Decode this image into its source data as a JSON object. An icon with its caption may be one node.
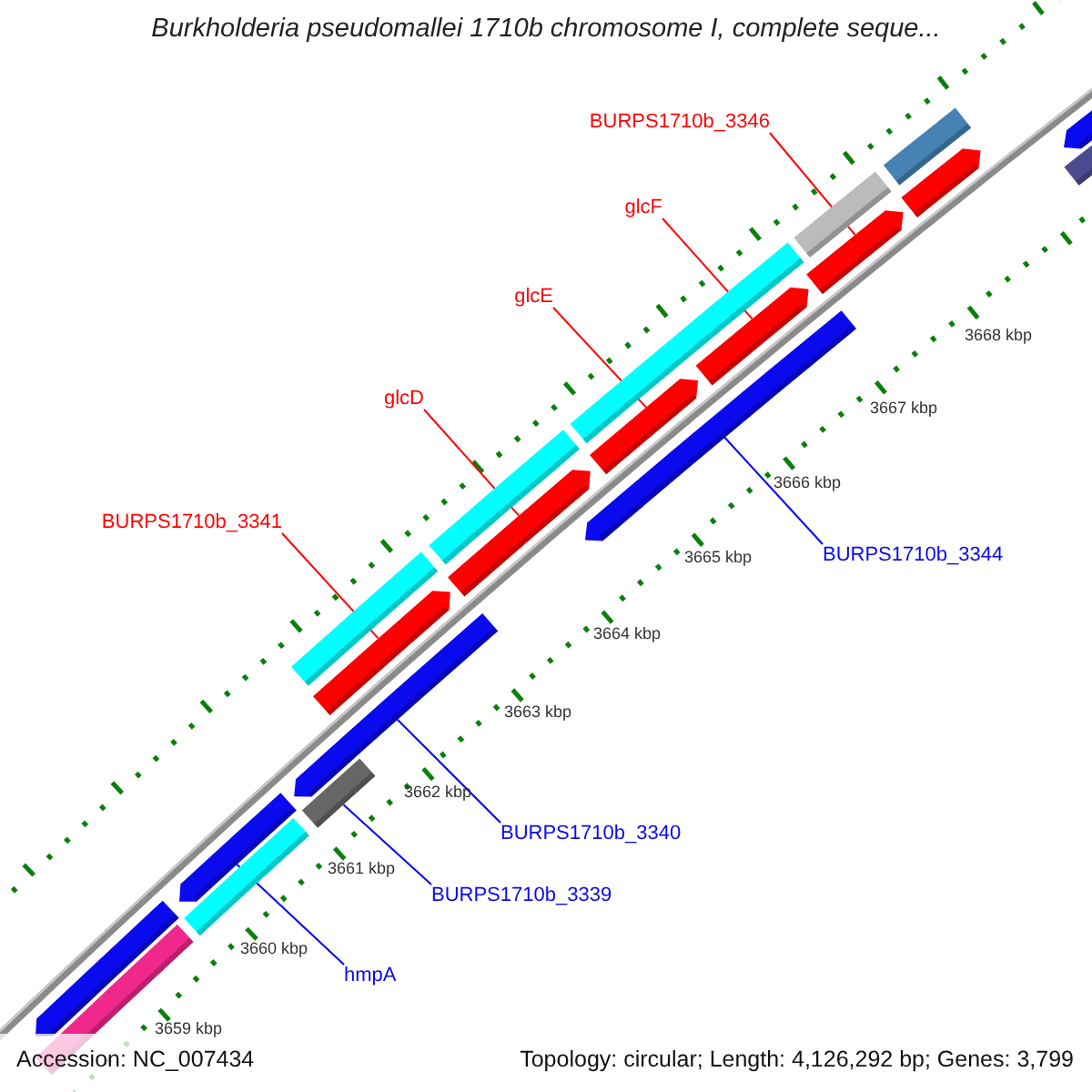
{
  "diagram": {
    "title": "Burkholderia pseudomallei 1710b chromosome I, complete seque...",
    "nodes": [
      {
        "text": [
          "BURPS1710b_3346"
        ]
      },
      {
        "text": [
          "glcF"
        ]
      },
      {
        "text": [
          "glcE"
        ]
      },
      {
        "text": [
          "glcD"
        ]
      },
      {
        "text": [
          "BURPS1710b_3341"
        ]
      },
      {
        "text": [
          "BURPS1710b_3344"
        ]
      },
      {
        "text": [
          "BURPS1710b_3340"
        ]
      },
      {
        "text": [
          "BURPS1710b_3339"
        ]
      },
      {
        "text": [
          "hmpA"
        ]
      },
      {
        "text": [],
        "shape": "bar"
      },
      {
        "text": [],
        "shape": "bar"
      },
      {
        "text": [],
        "shape": "bar"
      },
      {
        "text": [],
        "shape": "bar"
      },
      {
        "text": [],
        "shape": "bar"
      },
      {
        "text": [],
        "shape": "bar"
      },
      {
        "text": [],
        "shape": "bar"
      },
      {
        "text": [],
        "shape": "bar"
      },
      {
        "text": [],
        "shape": "bar"
      }
    ],
    "edges": [
      {
        "from": 0,
        "to": 17,
        "arrow": "none",
        "color": "#ff0000"
      },
      {
        "from": 1,
        "to": 16,
        "arrow": "none",
        "color": "#ff0000"
      },
      {
        "from": 2,
        "to": 15,
        "arrow": "none",
        "color": "#ff0000"
      },
      {
        "from": 3,
        "to": 13,
        "arrow": "none",
        "color": "#ff0000"
      },
      {
        "from": 4,
        "to": 12,
        "arrow": "none",
        "color": "#ff0000"
      },
      {
        "from": 5,
        "to": 14,
        "arrow": "none",
        "color": "#0000ff"
      },
      {
        "from": 6,
        "to": 10,
        "arrow": "none",
        "color": "#0000ff"
      },
      {
        "from": 7,
        "to": 11,
        "arrow": "none",
        "color": "#0000ff"
      },
      {
        "from": 8,
        "to": 9,
        "arrow": "none",
        "color": "#0000ff"
      }
    ],
    "labels": [
      "3668 kbp",
      "3667 kbp",
      "3666 kbp",
      "3665 kbp",
      "3664 kbp",
      "3663 kbp",
      "3662 kbp",
      "3661 kbp",
      "3660 kbp",
      "3659 kbp",
      "Accession: NC_007434",
      "Topology: circular; Length: 4,126,292 bp; Genes: 3,799"
    ]
  }
}
